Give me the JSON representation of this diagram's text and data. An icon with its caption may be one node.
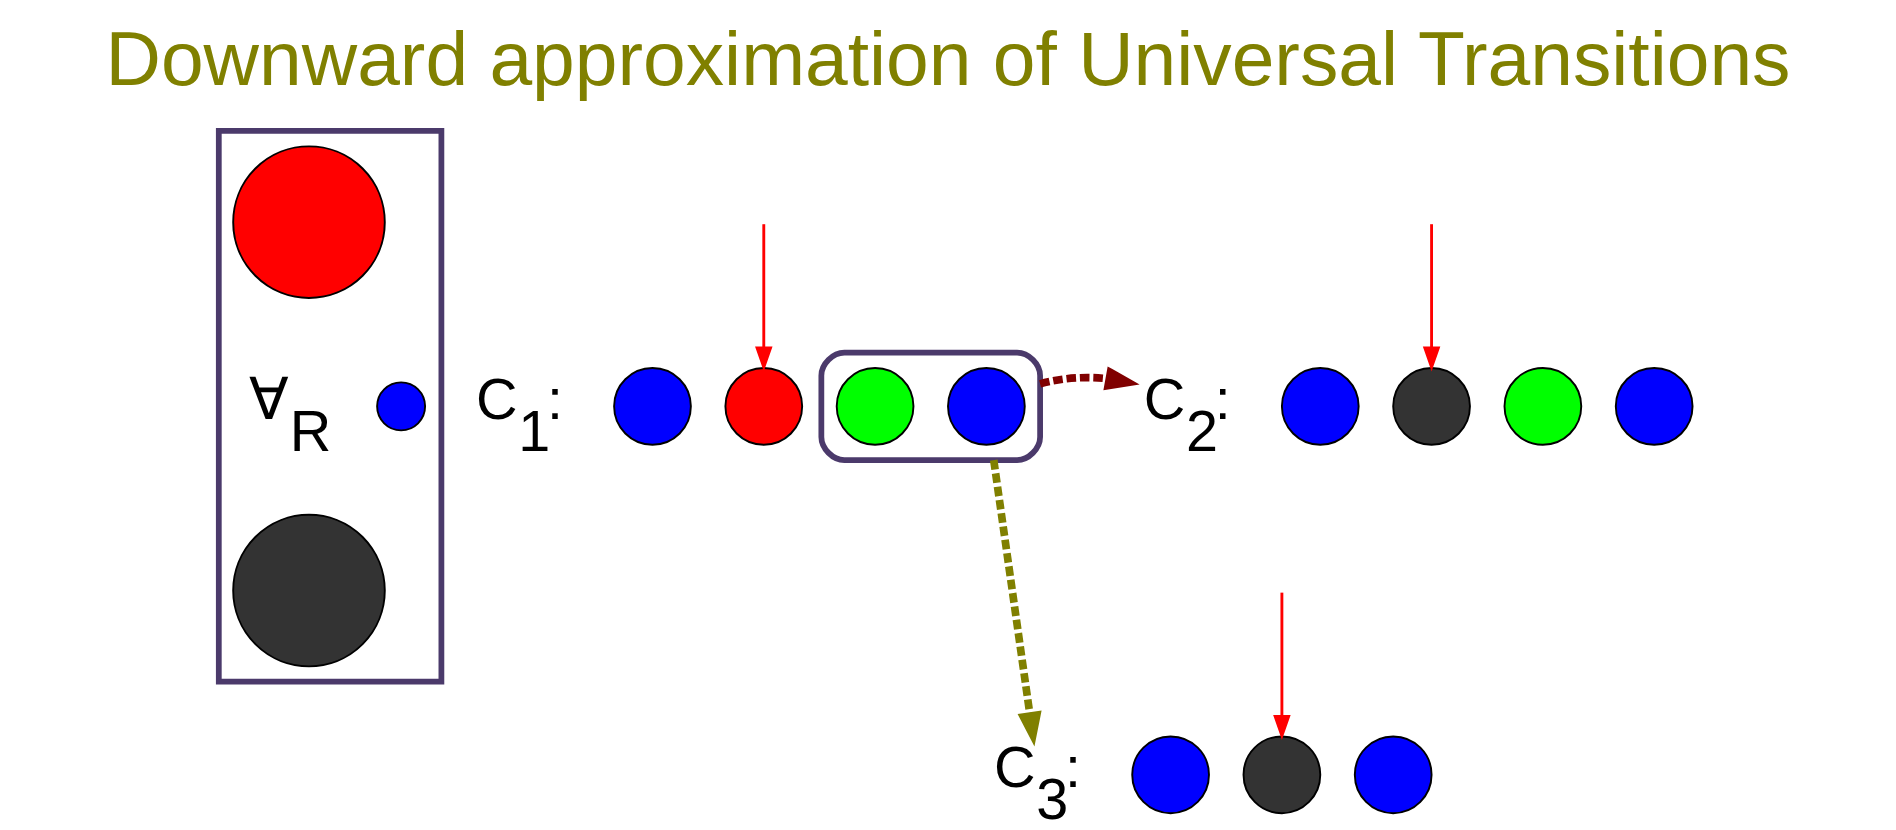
{
  "diagram": {
    "title": "Downward approximation of Universal Transitions",
    "nodes": [
      {
        "text": [],
        "shape": "box"
      },
      {
        "text": [],
        "shape": "circle",
        "in": 0
      },
      {
        "text": [
          "∀$_{R}$"
        ],
        "in": 0
      },
      {
        "text": [],
        "shape": "circle",
        "in": 0
      },
      {
        "text": [],
        "shape": "circle",
        "in": 0
      },
      {
        "text": [
          "C$_{1}$:"
        ]
      },
      {
        "text": [],
        "shape": "circle"
      },
      {
        "text": [],
        "shape": "circle"
      },
      {
        "text": [],
        "shape": "ellipse"
      },
      {
        "text": [],
        "shape": "circle",
        "in": 8
      },
      {
        "text": [],
        "shape": "circle",
        "in": 8
      },
      {
        "text": [
          "C$_{2}$:"
        ]
      },
      {
        "text": [],
        "shape": "circle"
      },
      {
        "text": [],
        "shape": "circle"
      },
      {
        "text": [],
        "shape": "circle"
      },
      {
        "text": [],
        "shape": "circle"
      },
      {
        "text": [
          "C$_{3}$:"
        ]
      },
      {
        "text": [],
        "shape": "circle"
      },
      {
        "text": [],
        "shape": "circle"
      },
      {
        "text": [],
        "shape": "circle"
      }
    ],
    "edges": [
      {
        "from": null,
        "to": 7,
        "arrow": "to",
        "color": "#ff0000"
      },
      {
        "from": 8,
        "to": 11,
        "arrow": "to",
        "style": "dashed",
        "color": "#800000"
      },
      {
        "from": 8,
        "to": 16,
        "arrow": "to",
        "style": "dashed",
        "color": "#808000"
      },
      {
        "from": null,
        "to": 13,
        "arrow": "to",
        "color": "#ff0000"
      },
      {
        "from": null,
        "to": 18,
        "arrow": "to",
        "color": "#ff0000"
      }
    ]
  }
}
